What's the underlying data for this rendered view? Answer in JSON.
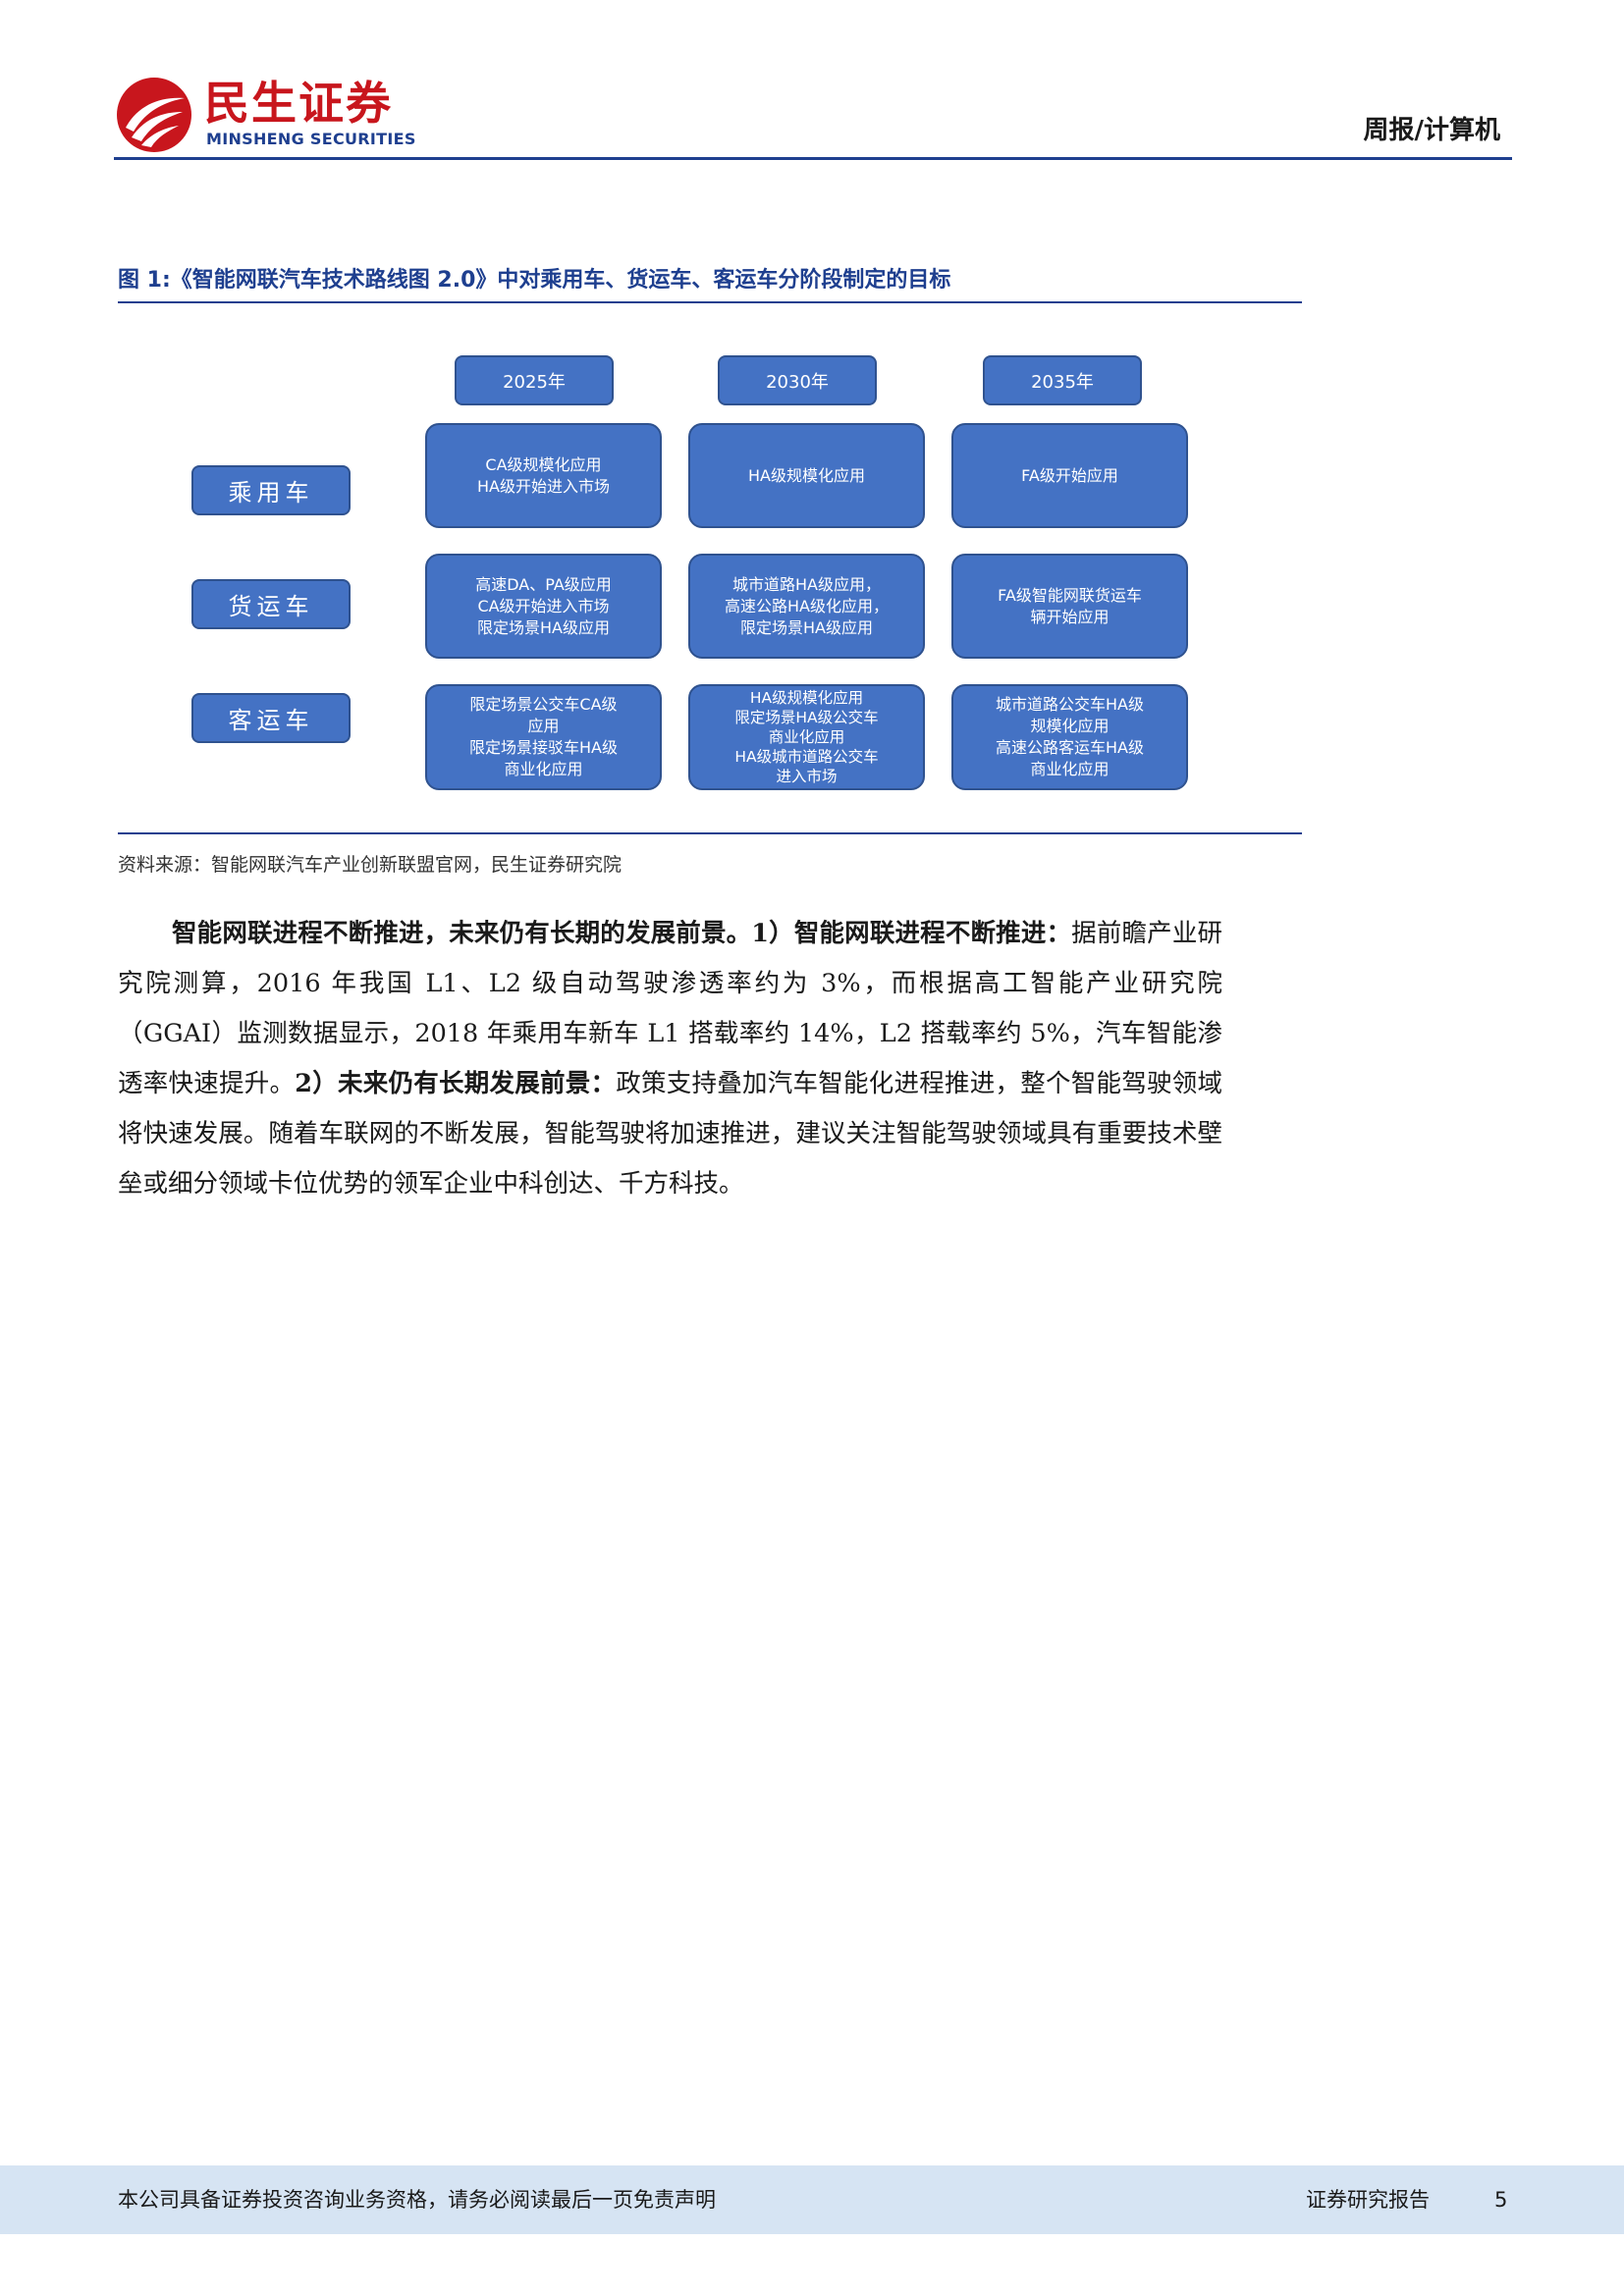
{
  "header": {
    "logo_cn": "民生证券",
    "logo_en": "MINSHENG SECURITIES",
    "report_tag": "周报/计算机",
    "brand_color": "#c8161d",
    "accent_color": "#1e3f8f"
  },
  "figure": {
    "caption": "图 1:《智能网联汽车技术路线图 2.0》中对乘用车、货运车、客运车分阶段制定的目标",
    "years": [
      "2025年",
      "2030年",
      "2035年"
    ],
    "rows": [
      {
        "label": "乘用车",
        "cells": [
          "CA级规模化应用\nHA级开始进入市场",
          "HA级规模化应用",
          "FA级开始应用"
        ]
      },
      {
        "label": "货运车",
        "cells": [
          "高速DA、PA级应用\nCA级开始进入市场\n限定场景HA级应用",
          "城市道路HA级应用，\n高速公路HA级化应用，\n限定场景HA级应用",
          "FA级智能网联货运车\n辆开始应用"
        ]
      },
      {
        "label": "客运车",
        "cells": [
          "限定场景公交车CA级\n应用\n限定场景接驳车HA级\n商业化应用",
          "HA级规模化应用\n限定场景HA级公交车\n商业化应用\nHA级城市道路公交车\n进入市场",
          "城市道路公交车HA级\n规模化应用\n高速公路客运车HA级\n商业化应用"
        ]
      }
    ],
    "box_color": "#4472c4",
    "source": "资料来源：智能网联汽车产业创新联盟官网，民生证券研究院"
  },
  "body": {
    "bold1": "智能网联进程不断推进，未来仍有长期的发展前景。1）智能网联进程不断推进：",
    "text1": "据前瞻产业研究院测算，2016 年我国 L1、L2 级自动驾驶渗透率约为 3%，而根据高工智能产业研究院（GGAI）监测数据显示，2018 年乘用车新车 L1 搭载率约 14%，L2 搭载率约 5%，汽车智能渗透率快速提升。",
    "bold2": "2）未来仍有长期发展前景：",
    "text2": "政策支持叠加汽车智能化进程推进，整个智能驾驶领域将快速发展。随着车联网的不断发展，智能驾驶将加速推进，建议关注智能驾驶领域具有重要技术壁垒或细分领域卡位优势的领军企业中科创达、千方科技。"
  },
  "footer": {
    "disclaimer": "本公司具备证券投资咨询业务资格，请务必阅读最后一页免责声明",
    "report_type": "证券研究报告",
    "page": "5"
  }
}
